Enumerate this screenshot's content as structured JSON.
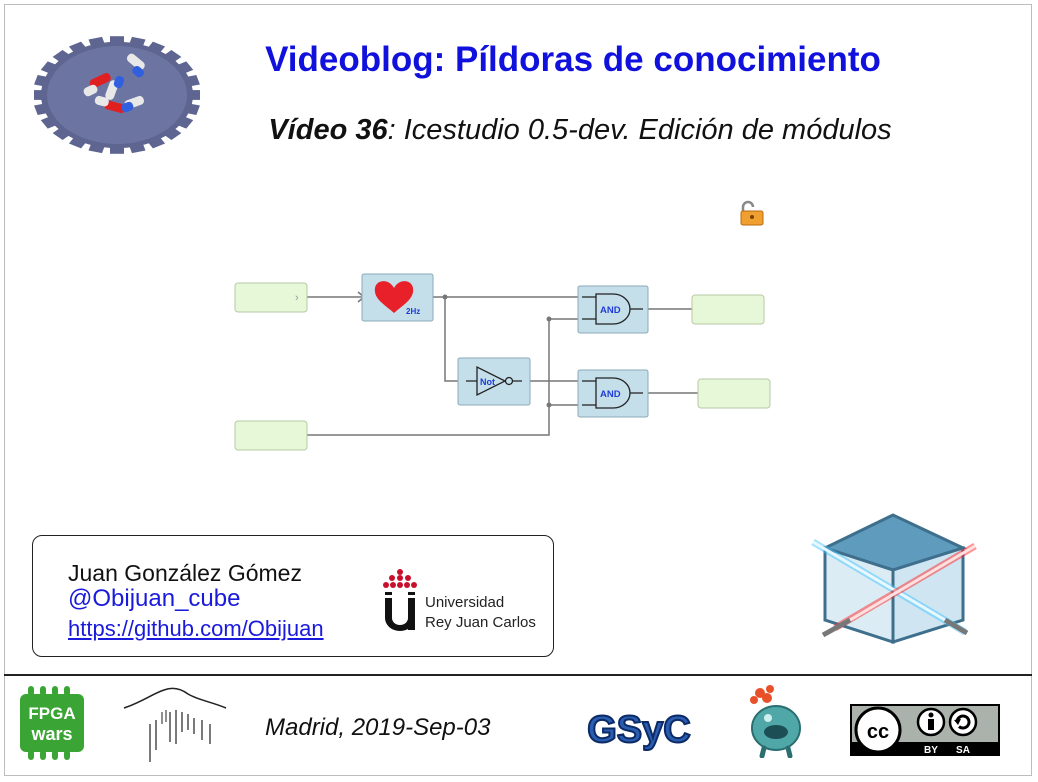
{
  "header": {
    "title": "Videoblog: Píldoras de conocimiento",
    "subtitle_bold": "Vídeo 36",
    "subtitle_rest": ": Icestudio 0.5-dev. Edición de módulos"
  },
  "circuit": {
    "heart_label": "2Hz",
    "not_label": "Not",
    "and1_label": "AND",
    "and2_label": "AND"
  },
  "author": {
    "name": "Juan González Gómez",
    "handle": "@Obijuan_cube",
    "link": "https://github.com/Obijuan",
    "university_line1": "Universidad",
    "university_line2": "Rey Juan Carlos"
  },
  "footer": {
    "fpga_line1": "FPGA",
    "fpga_line2": "wars",
    "date": "Madrid, 2019-Sep-03",
    "gsyc": "GSyC",
    "cc_by": "BY",
    "cc_sa": "SA"
  },
  "colors": {
    "title": "#1111dd",
    "io_block": "#e7f8d8",
    "module_block": "#c5dfea",
    "wire": "#777777",
    "heart": "#e8202a"
  }
}
